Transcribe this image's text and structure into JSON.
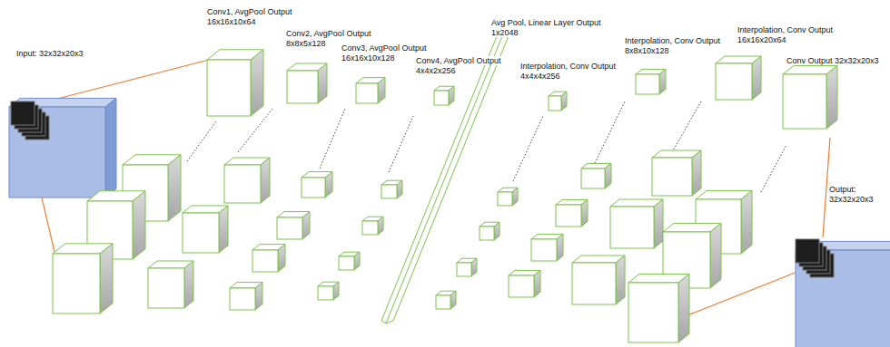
{
  "diagram": {
    "labels": [
      "Input: 32x32x20x3",
      "Conv1, AvgPool Output 16x16x10x64",
      "Conv2, AvgPool Output 8x8x5x128",
      "Conv3, AvgPool Output 16x16x10x128",
      "Conv4, AvgPool Output 4x4x2x256",
      "Avg Pool, Linear Layer Output 1x2048",
      "Interpolation, Conv Output 4x4x4x256",
      "Interpolation, Conv Output 8x8x10x128",
      "Interpolation, Conv Output 16x16x20x64",
      "Conv Output 32x32x20x3",
      "Output: 32x32x20x3"
    ]
  }
}
